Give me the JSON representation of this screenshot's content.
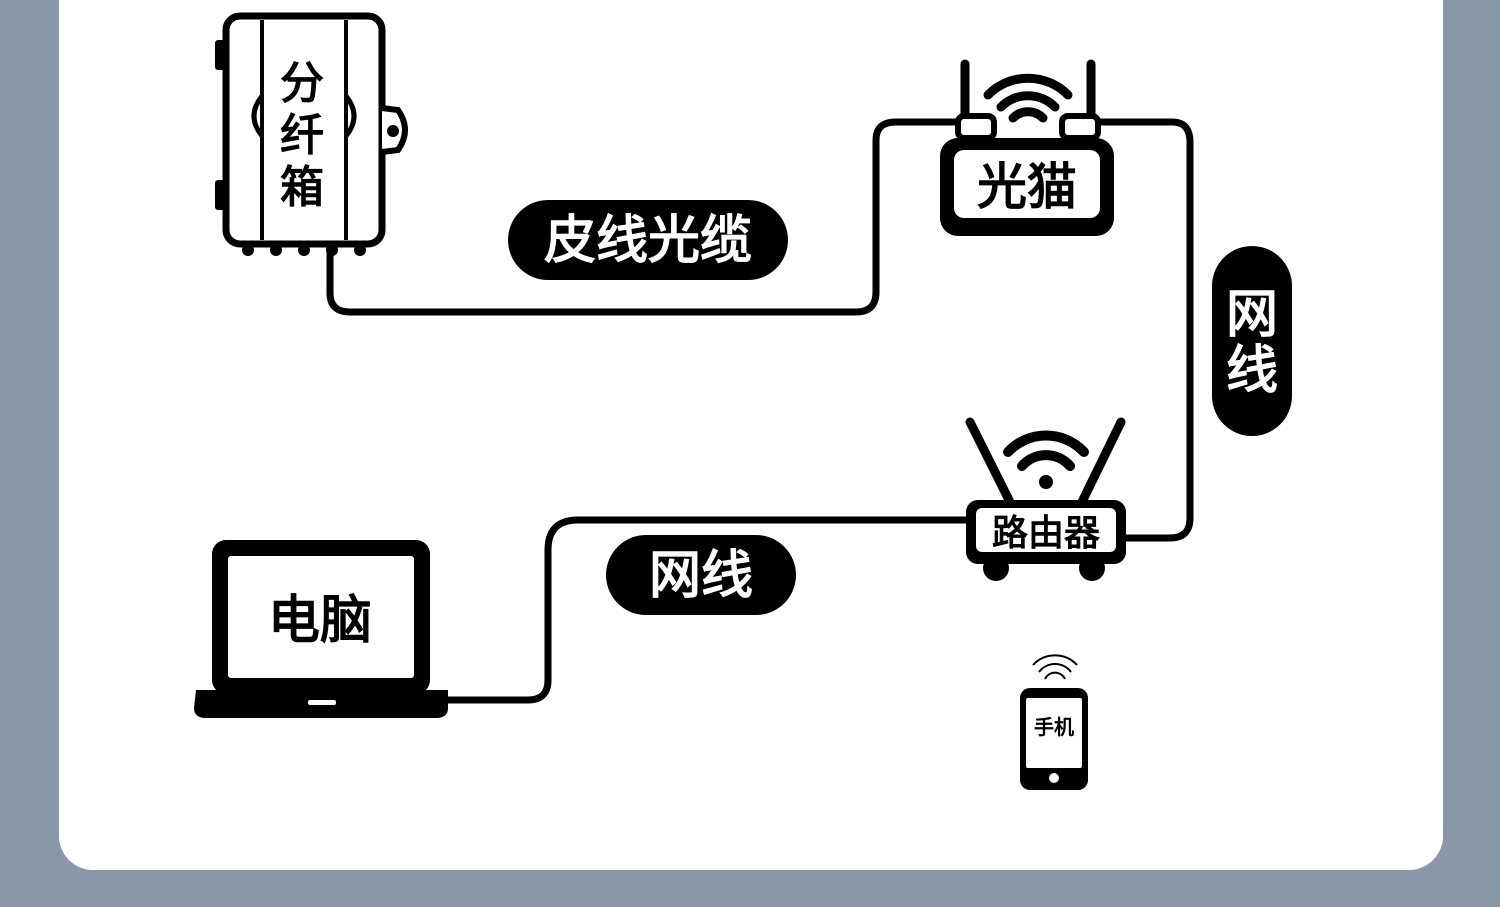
{
  "colors": {
    "background": "#8a97a8",
    "card": "#ffffff",
    "ink": "#000000",
    "pill_text": "#ffffff"
  },
  "devices": {
    "fiber_box": {
      "label_chars": [
        "分",
        "纤",
        "箱"
      ],
      "icon": "fiber-distribution-box-icon"
    },
    "modem": {
      "label": "光猫",
      "icon": "optical-modem-icon"
    },
    "router": {
      "label": "路由器",
      "icon": "router-icon"
    },
    "computer": {
      "label": "电脑",
      "icon": "laptop-icon"
    },
    "phone": {
      "label": "手机",
      "icon": "smartphone-icon"
    }
  },
  "cables": {
    "drop_fiber": {
      "label": "皮线光缆"
    },
    "modem_router": {
      "label_chars": [
        "网",
        "线"
      ]
    },
    "router_computer": {
      "label": "网线"
    }
  }
}
